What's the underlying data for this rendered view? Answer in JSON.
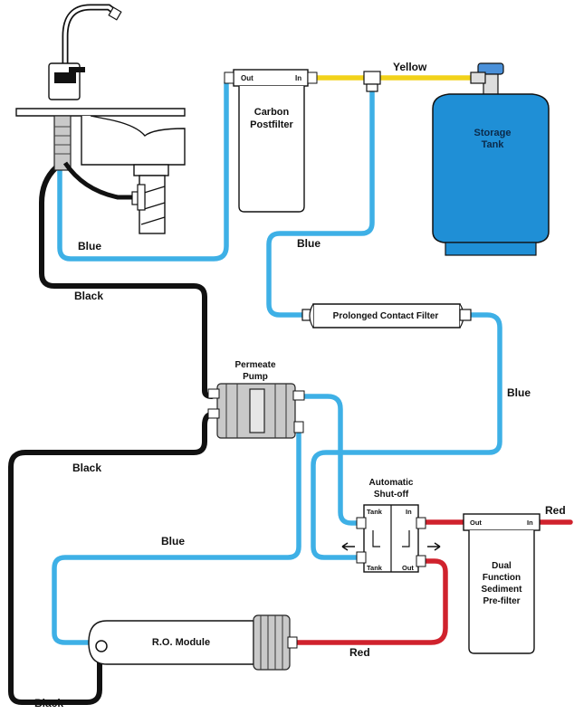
{
  "labels": {
    "yellow": "Yellow",
    "storage_tank": [
      "Storage",
      "Tank"
    ],
    "carbon_postfilter": [
      "Carbon",
      "Postfilter"
    ],
    "postfilter_out": "Out",
    "postfilter_in": "In",
    "blue_faucet": "Blue",
    "blue_tank_line": "Blue",
    "black_top": "Black",
    "prolonged_contact_filter": "Prolonged Contact Filter",
    "permeate_pump": [
      "Permeate",
      "Pump"
    ],
    "blue_right": "Blue",
    "black_middle": "Black",
    "automatic_shutoff": [
      "Automatic",
      "Shut-off"
    ],
    "shutoff_tank_top": "Tank",
    "shutoff_in": "In",
    "shutoff_tank_bottom": "Tank",
    "shutoff_out": "Out",
    "red_top": "Red",
    "prefilter_out": "Out",
    "prefilter_in": "In",
    "dual_function_prefilter": [
      "Dual",
      "Function",
      "Sediment",
      "Pre-filter"
    ],
    "blue_mid": "Blue",
    "ro_module": "R.O. Module",
    "red_bottom": "Red",
    "black_bottom": "Black"
  },
  "colors": {
    "blue_tubing": "#3eb0e6",
    "black_tubing": "#111111",
    "red_tubing": "#d0222d",
    "yellow_tubing": "#f2d21a",
    "storage_tank": "#1f8fd6"
  }
}
